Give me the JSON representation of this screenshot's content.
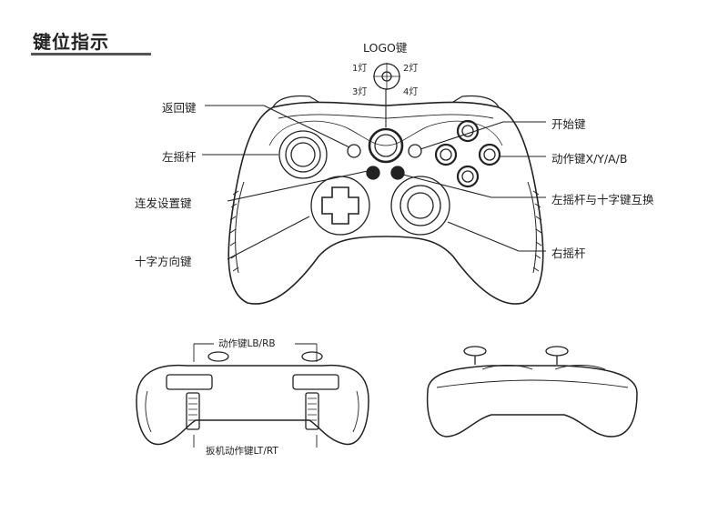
{
  "title": "键位指示",
  "labels": {
    "logo": "LOGO键",
    "lamp1": "1灯",
    "lamp2": "2灯",
    "lamp3": "3灯",
    "lamp4": "4灯",
    "back": "返回键",
    "left_stick": "左摇杆",
    "turbo": "连发设置键",
    "dpad": "十字方向键",
    "start": "开始键",
    "action_xyab": "动作键X/Y/A/B",
    "swap": "左摇杆与十字键互换",
    "right_stick": "右摇杆",
    "lb_rb": "动作键LB/RB",
    "lt_rt": "扳机动作键LT/RT"
  }
}
